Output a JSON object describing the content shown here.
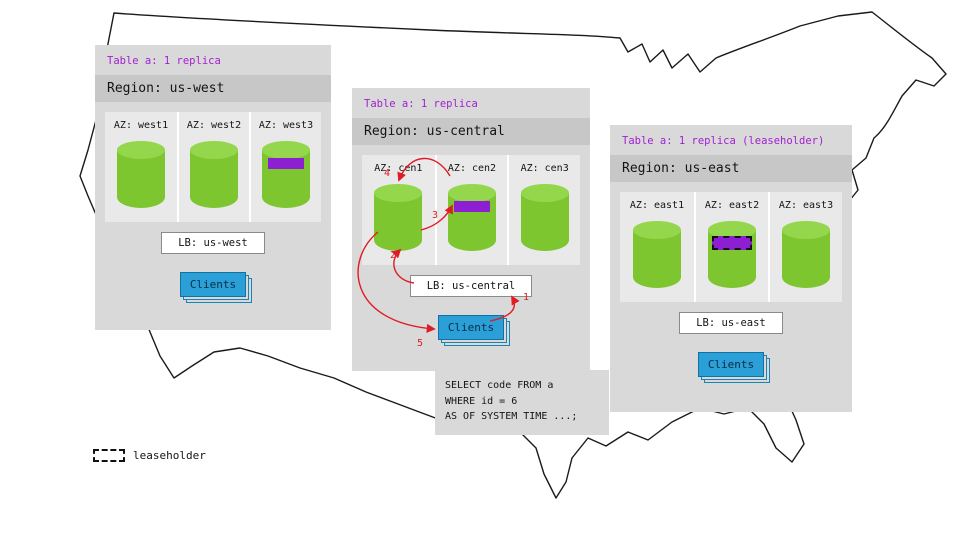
{
  "colors": {
    "table_label_purple": "#a21fd1",
    "replica_green": "#7dc62f",
    "leaseholder_band_purple": "#8b1fd1",
    "clients_blue": "#2a9fd8",
    "arrow_red": "#e01b24",
    "panel_gray": "#d9d9d9"
  },
  "panels": [
    {
      "table_label": "Table a: 1 replica",
      "region_label": "Region: us-west",
      "azs": [
        {
          "label": "AZ: west1",
          "highlight": false
        },
        {
          "label": "AZ: west2",
          "highlight": false
        },
        {
          "label": "AZ: west3",
          "highlight": true,
          "leaseholder": false
        }
      ],
      "lb_label": "LB: us-west",
      "clients_label": "Clients"
    },
    {
      "table_label": "Table a: 1 replica",
      "region_label": "Region: us-central",
      "azs": [
        {
          "label": "AZ: cen1",
          "highlight": false
        },
        {
          "label": "AZ: cen2",
          "highlight": true,
          "leaseholder": false
        },
        {
          "label": "AZ: cen3",
          "highlight": false
        }
      ],
      "lb_label": "LB: us-central",
      "clients_label": "Clients"
    },
    {
      "table_label": "Table a: 1 replica (leaseholder)",
      "region_label": "Region: us-east",
      "azs": [
        {
          "label": "AZ: east1",
          "highlight": false
        },
        {
          "label": "AZ: east2",
          "highlight": true,
          "leaseholder": true
        },
        {
          "label": "AZ: east3",
          "highlight": false
        }
      ],
      "lb_label": "LB: us-east",
      "clients_label": "Clients"
    }
  ],
  "steps": [
    "1",
    "2",
    "3",
    "4",
    "5"
  ],
  "sql": {
    "lines": [
      "SELECT code FROM a",
      "WHERE id = 6",
      "AS OF SYSTEM TIME ...;"
    ]
  },
  "legend": {
    "label": "leaseholder"
  }
}
